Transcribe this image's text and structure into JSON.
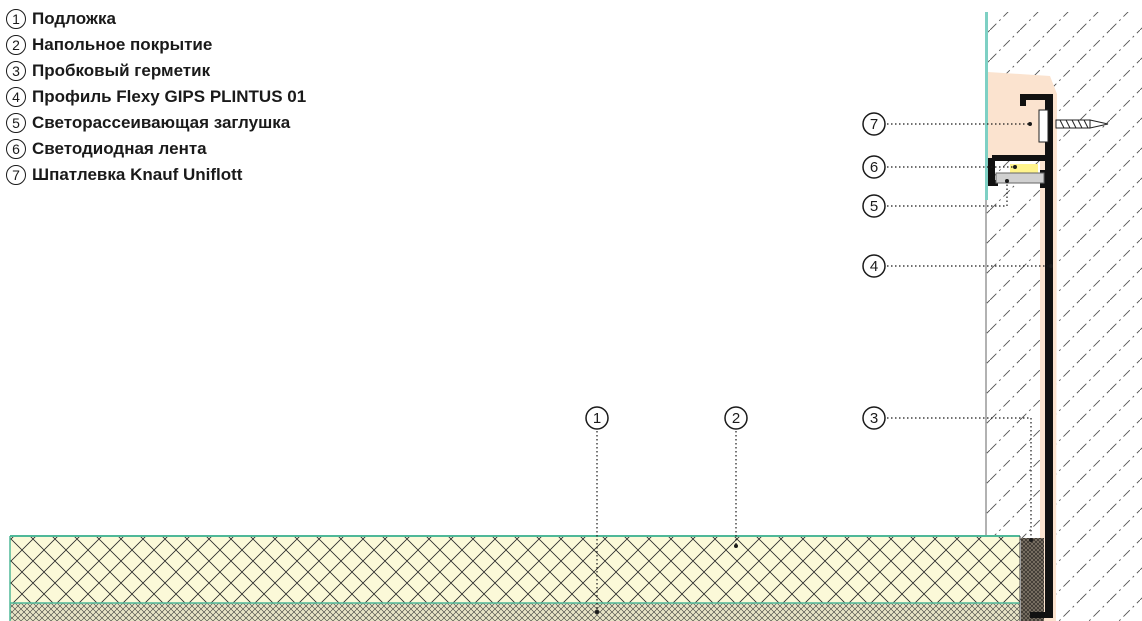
{
  "legend": [
    {
      "num": "1",
      "label": "Подложка"
    },
    {
      "num": "2",
      "label": "Напольное покрытие"
    },
    {
      "num": "3",
      "label": "Пробковый герметик"
    },
    {
      "num": "4",
      "label": "Профиль Flexy GIPS PLINTUS 01"
    },
    {
      "num": "5",
      "label": "Светорассеивающая заглушка"
    },
    {
      "num": "6",
      "label": "Светодиодная лента"
    },
    {
      "num": "7",
      "label": "Шпатлевка Knauf Uniflott"
    }
  ],
  "callouts": [
    "1",
    "2",
    "3",
    "4",
    "5",
    "6",
    "7"
  ],
  "colors": {
    "floor": "#fbf9d8",
    "floor_edge": "#4fb898",
    "putty": "#fbe3cf",
    "wall_glass": "#7ed0c4",
    "profile": "#111111",
    "led": "#fff48c"
  },
  "icons": {
    "screw": "screw-icon"
  }
}
